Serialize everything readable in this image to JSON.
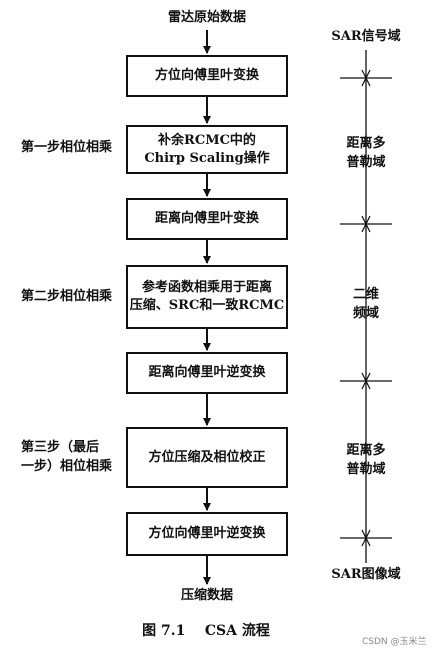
{
  "input_label": "雷达原始数据",
  "output_label": "压缩数据",
  "boxes": [
    {
      "lines": [
        "方位向傅里叶变换"
      ]
    },
    {
      "lines": [
        "补余RCMC中的",
        "Chirp Scaling操作"
      ]
    },
    {
      "lines": [
        "距离向傅里叶变换"
      ]
    },
    {
      "lines": [
        "参考函数相乘用于距离",
        "压缩、SRC和一致RCMC"
      ]
    },
    {
      "lines": [
        "距离向傅里叶逆变换"
      ]
    },
    {
      "lines": [
        "方位压缩及相位校正"
      ]
    },
    {
      "lines": [
        "方位向傅里叶逆变换"
      ]
    }
  ],
  "steps": [
    {
      "lines": [
        "第一步相位相乘"
      ]
    },
    {
      "lines": [
        "第二步相位相乘"
      ]
    },
    {
      "lines": [
        "第三步（最后",
        "一步）相位相乘"
      ]
    }
  ],
  "domains": [
    {
      "lines": [
        "SAR信号域"
      ]
    },
    {
      "lines": [
        "距离多",
        "普勒域"
      ]
    },
    {
      "lines": [
        "二维",
        "频域"
      ]
    },
    {
      "lines": [
        "距离多",
        "普勒域"
      ]
    },
    {
      "lines": [
        "SAR图像域"
      ]
    }
  ],
  "caption": "图 7.1    CSA 流程",
  "watermark": "CSDN @玉米兰"
}
